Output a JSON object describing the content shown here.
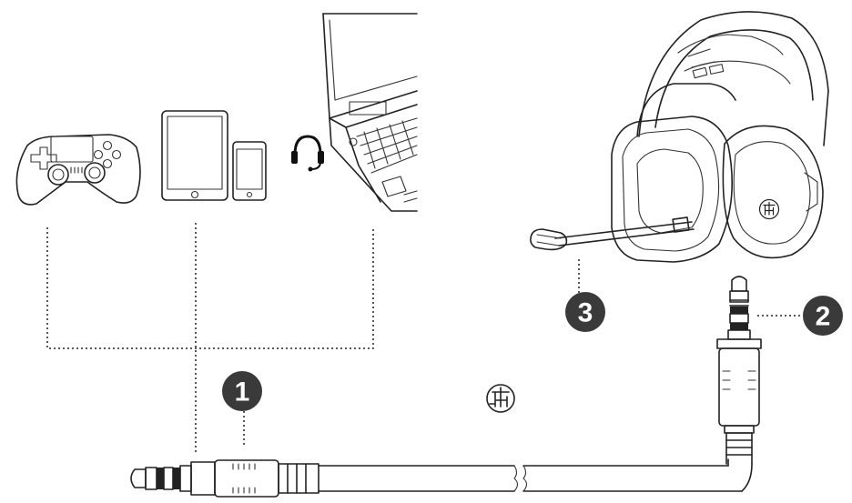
{
  "callouts": [
    {
      "id": "3.5mm-plug-end",
      "label": "1"
    },
    {
      "id": "headset-plug",
      "label": "2"
    },
    {
      "id": "microphone",
      "label": "3"
    }
  ],
  "icons": {
    "controller": "gamepad-icon",
    "tablet": "tablet-icon",
    "phone": "smartphone-icon",
    "headset_port": "headset-port-icon",
    "laptop": "laptop-icon",
    "headset": "headset-icon",
    "brand": "brand-logo-icon"
  },
  "colors": {
    "line": "#222222",
    "badge": "#3a3a3a",
    "background": "#ffffff"
  }
}
